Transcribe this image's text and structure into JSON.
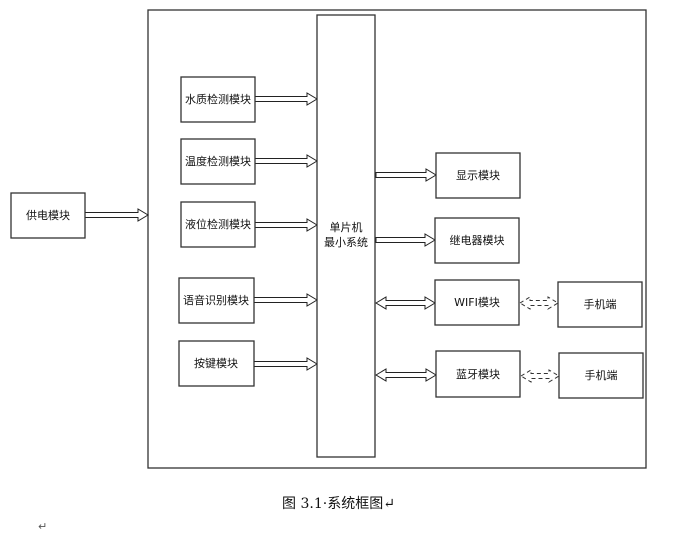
{
  "diagram": {
    "power": "供电模块",
    "mcu_line1": "单片机",
    "mcu_line2": "最小系统",
    "inputs": [
      "水质检测模块",
      "温度检测模块",
      "液位检测模块",
      "语音识别模块",
      "按键模块"
    ],
    "outputs": [
      "显示模块",
      "继电器模块",
      "WIFI模块",
      "蓝牙模块"
    ],
    "phones": [
      "手机端",
      "手机端"
    ]
  },
  "caption": "图 3.1·系统框图↵",
  "paragraph_mark": "↵"
}
